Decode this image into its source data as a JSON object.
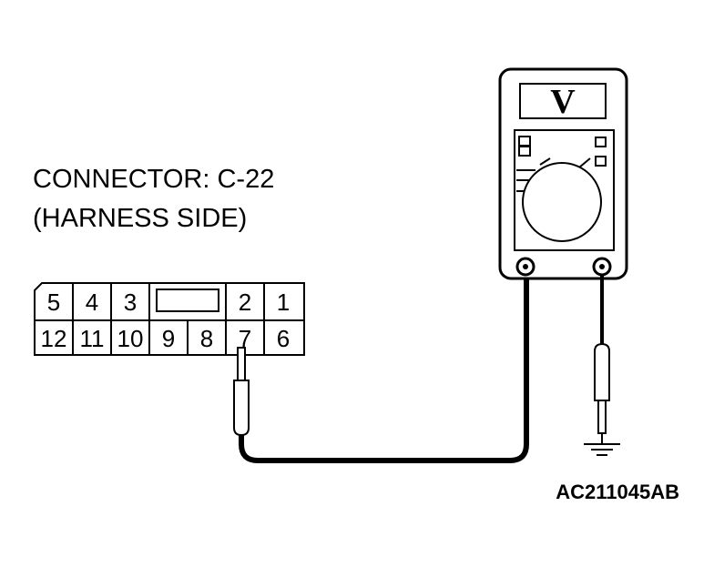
{
  "connector": {
    "title_line1": "CONNECTOR: C-22",
    "title_line2": "(HARNESS SIDE)",
    "top_row": [
      "5",
      "4",
      "3",
      "",
      "2",
      "1"
    ],
    "bottom_row": [
      "12",
      "11",
      "10",
      "9",
      "8",
      "7",
      "6"
    ]
  },
  "meter": {
    "unit": "V"
  },
  "figure_code": "AC211045AB"
}
